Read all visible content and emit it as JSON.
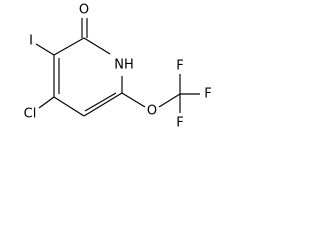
{
  "structure": {
    "atoms": {
      "oxygen_carbonyl": "O",
      "nitrogen_ring": "NH",
      "iodine": "I",
      "chlorine": "Cl",
      "oxygen_ether": "O",
      "fluorine_top": "F",
      "fluorine_right": "F",
      "fluorine_bottom": "F"
    }
  },
  "colors": {
    "bond": "#000000",
    "label": "#000000",
    "background": "#ffffff"
  }
}
